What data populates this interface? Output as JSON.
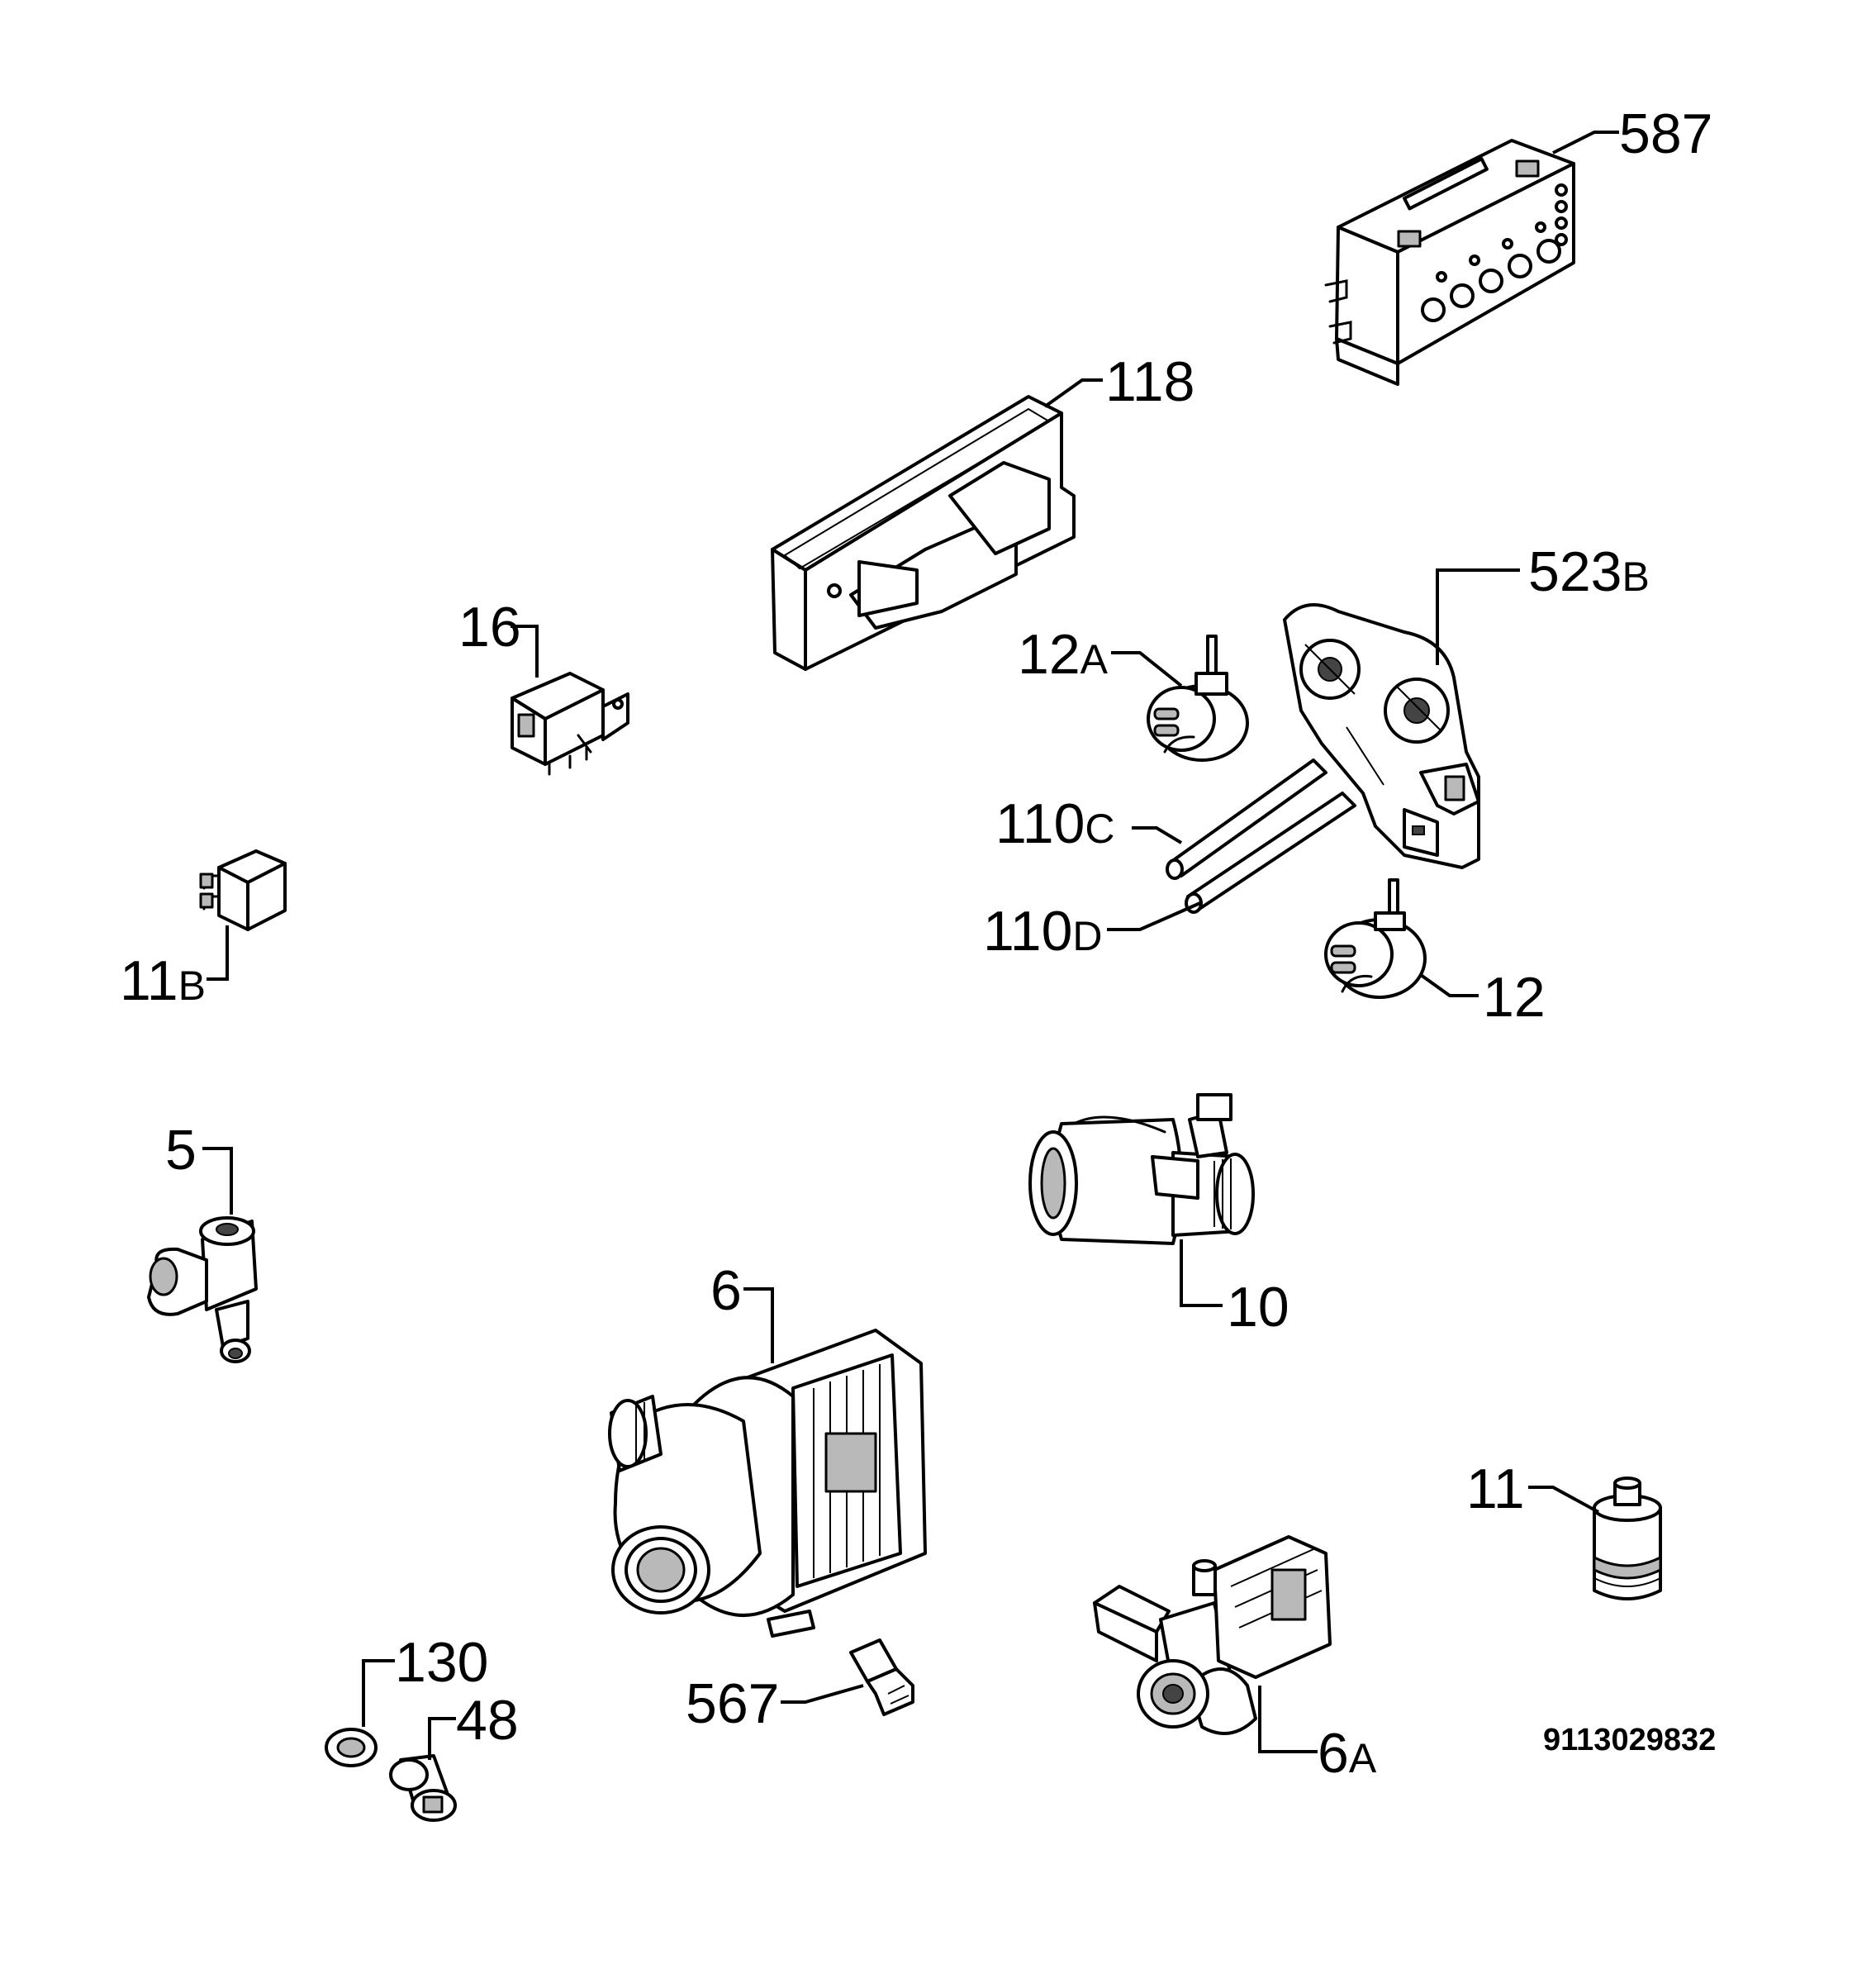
{
  "labels": {
    "l587": {
      "main": "587",
      "sub": ""
    },
    "l118": {
      "main": "118",
      "sub": ""
    },
    "l523b": {
      "main": "523",
      "sub": "B"
    },
    "l16": {
      "main": "16",
      "sub": ""
    },
    "l12a": {
      "main": "12",
      "sub": "A"
    },
    "l110c": {
      "main": "110",
      "sub": "C"
    },
    "l110d": {
      "main": "110",
      "sub": "D"
    },
    "l12": {
      "main": "12",
      "sub": ""
    },
    "l11b": {
      "main": "11",
      "sub": "B"
    },
    "l5": {
      "main": "5",
      "sub": ""
    },
    "l10": {
      "main": "10",
      "sub": ""
    },
    "l6": {
      "main": "6",
      "sub": ""
    },
    "l11": {
      "main": "11",
      "sub": ""
    },
    "l130": {
      "main": "130",
      "sub": ""
    },
    "l48": {
      "main": "48",
      "sub": ""
    },
    "l567": {
      "main": "567",
      "sub": ""
    },
    "l6a": {
      "main": "6",
      "sub": "A"
    }
  },
  "diagram_code": "9113029832"
}
